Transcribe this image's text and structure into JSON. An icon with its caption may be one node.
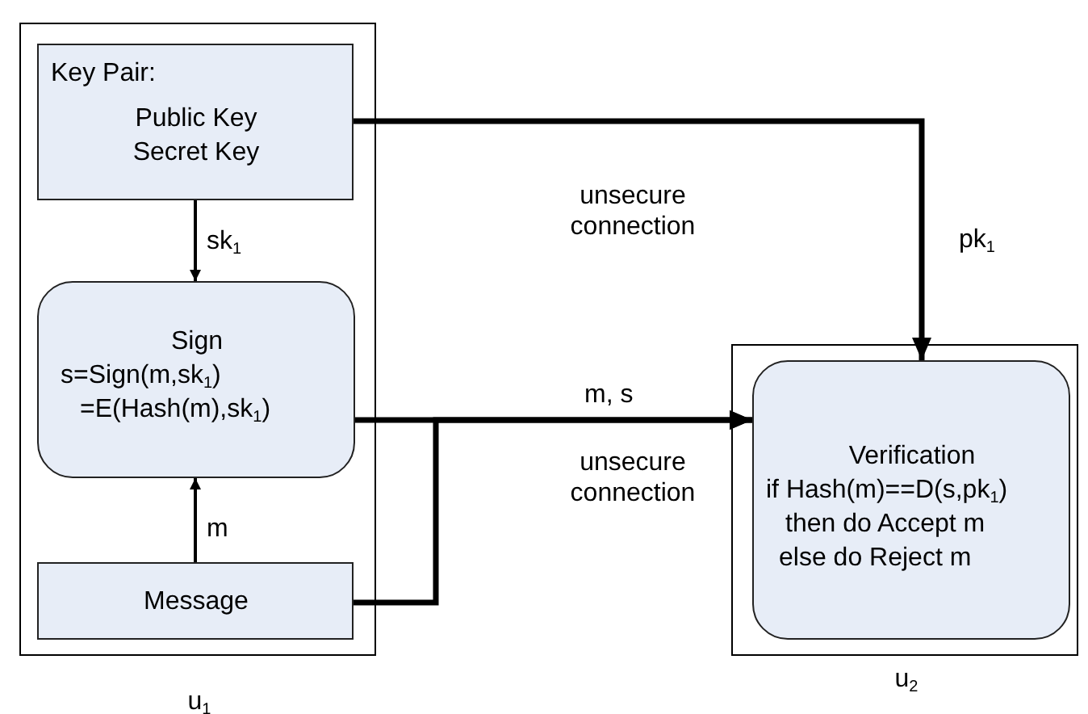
{
  "diagram": {
    "nodes": [
      {
        "text": [
          "u$_{1}$"
        ]
      },
      {
        "text": [
          "Key Pair:",
          "Public Key",
          "Secret Key"
        ],
        "in": 0
      },
      {
        "text": [
          "Sign",
          "s=Sign(m,sk$_{1}$)",
          "=E(Hash(m),sk$_{1}$)"
        ],
        "in": 0
      },
      {
        "text": [
          "Message"
        ],
        "in": 0
      },
      {
        "text": [
          "u$_{2}$"
        ]
      },
      {
        "text": [
          "Verification",
          "if Hash(m)==D(s,pk$_{1}$)",
          "then do Accept m",
          "else do Reject m"
        ],
        "in": 4
      }
    ],
    "edges": [
      {
        "from": 1,
        "to": 2,
        "arrow": "to",
        "label": "sk$_{1}$"
      },
      {
        "from": 3,
        "to": 2,
        "arrow": "to",
        "label": "m"
      },
      {
        "from": 1,
        "to": 5,
        "arrow": "to",
        "label": "pk$_{1}$"
      },
      {
        "from": 2,
        "to": 5,
        "arrow": "to",
        "label": "m, s"
      },
      {
        "from": 3,
        "to": 5,
        "arrow": "to"
      }
    ],
    "labels": [
      "unsecure connection",
      "unsecure connection"
    ]
  }
}
